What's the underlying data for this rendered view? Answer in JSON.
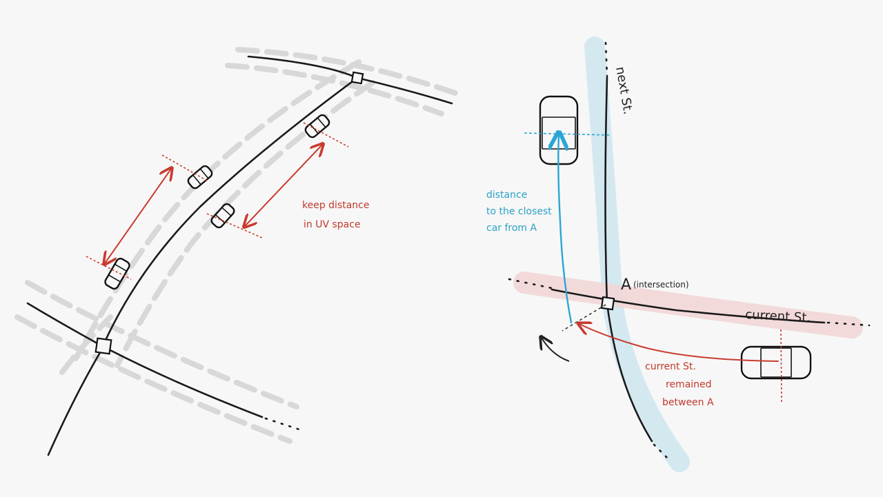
{
  "left_diagram": {
    "annotation_line1": "keep distance",
    "annotation_line2": "in UV space"
  },
  "right_diagram": {
    "next_street_label": "next St.",
    "intersection_label": "A",
    "intersection_note": "(intersection)",
    "current_street_label": "current St.",
    "distance_line1": "distance",
    "distance_line2": "to the closest",
    "distance_line3": "car from A",
    "remaining_line1": "current St.",
    "remaining_line2": "remained",
    "remaining_line3": "between A"
  },
  "colors": {
    "red_annotation": "#c93a2e",
    "blue_annotation": "#2aa6d4",
    "next_street_highlight": "#cfe6ee",
    "current_street_highlight": "#f2d6d6"
  }
}
